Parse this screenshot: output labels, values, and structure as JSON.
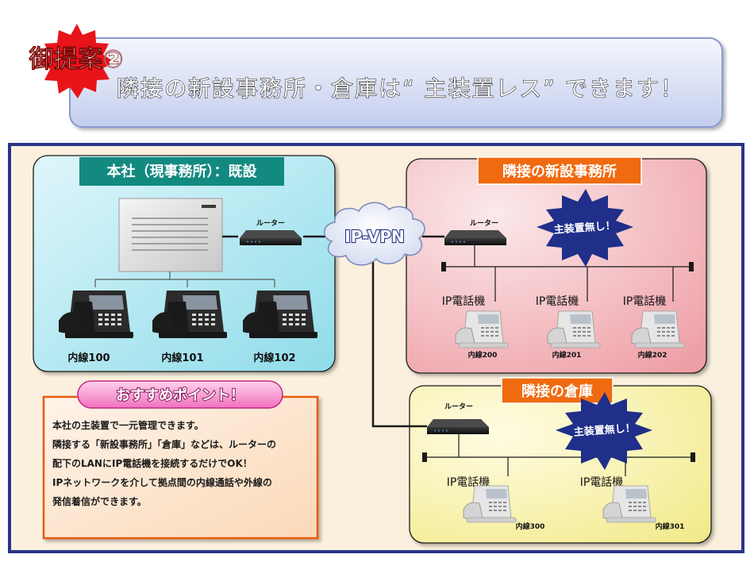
{
  "header": {
    "badge_label": "御提案②",
    "headline": "隣接の新設事務所・倉庫は“ 主装置レス” できます！"
  },
  "headquarters": {
    "title": "本社（現事務所）：既設",
    "router_label": "ルーター",
    "phones": [
      "内線100",
      "内線101",
      "内線102"
    ]
  },
  "network": {
    "label": "IP-VPN"
  },
  "new_office": {
    "title": "隣接の新設事務所",
    "router_label": "ルーター",
    "burst_label": "主装置無し！",
    "phone_type": "IP電話機",
    "phones": [
      "内線200",
      "内線201",
      "内線202"
    ]
  },
  "warehouse": {
    "title": "隣接の倉庫",
    "router_label": "ルーター",
    "burst_label": "主装置無し！",
    "phone_type": "IP電話機",
    "phones": [
      "内線300",
      "内線301"
    ]
  },
  "recommend": {
    "title": "おすすめポイント！",
    "lines": [
      "本社の主装置で一元管理できます。",
      "隣接する「新設事務所」「倉庫」などは、ルーターの",
      "配下のLANにIP電話機を接続するだけでOK！",
      "IPネットワークを介して拠点間の内線通話や外線の",
      "発信着信ができます。"
    ]
  },
  "colors": {
    "title_teal": "#138a80",
    "title_orange": "#f06a10",
    "burst_navy": "#1f2f8a",
    "badge_red": "#e8141a"
  }
}
